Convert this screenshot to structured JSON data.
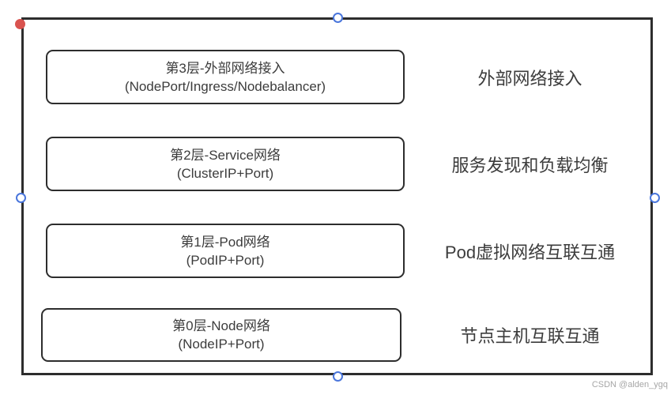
{
  "layers": [
    {
      "title": "第3层-外部网络接入",
      "subtitle": "(NodePort/Ingress/Nodebalancer)",
      "label": "外部网络接入"
    },
    {
      "title": "第2层-Service网络",
      "subtitle": "(ClusterIP+Port)",
      "label": "服务发现和负载均衡"
    },
    {
      "title": "第1层-Pod网络",
      "subtitle": "(PodIP+Port)",
      "label": "Pod虚拟网络互联互通"
    },
    {
      "title": "第0层-Node网络",
      "subtitle": "(NodeIP+Port)",
      "label": "节点主机互联互通"
    }
  ],
  "watermark": "CSDN @alden_ygq",
  "colors": {
    "line": "#2d2d2d",
    "text": "#3c3c3c",
    "handle_blue": "#4a76dc",
    "handle_red": "#d9534f",
    "watermark_color": "#a6a6a6"
  }
}
